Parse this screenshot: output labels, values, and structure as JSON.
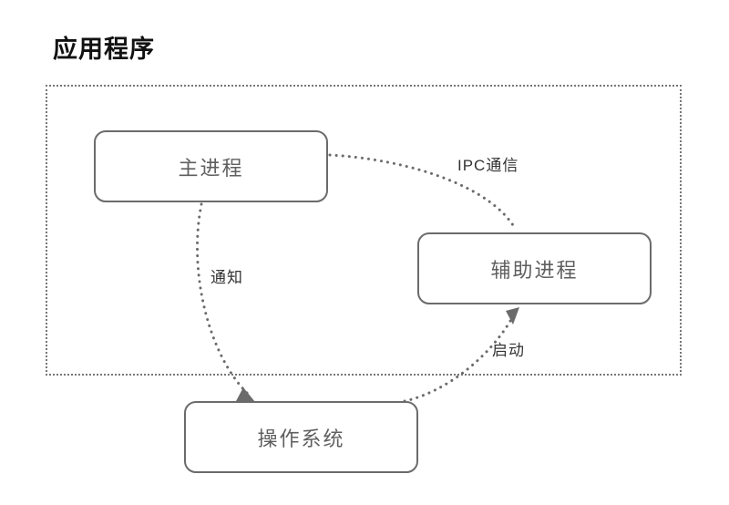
{
  "diagram": {
    "title": "应用程序",
    "type": "architecture-flow",
    "boundary": {
      "name": "application-boundary",
      "style": "dotted",
      "color": "#777777"
    },
    "nodes": [
      {
        "id": "main-process",
        "label": "主进程",
        "shape": "rounded-rect"
      },
      {
        "id": "helper-process",
        "label": "辅助进程",
        "shape": "rounded-rect"
      },
      {
        "id": "operating-system",
        "label": "操作系统",
        "shape": "rounded-rect"
      }
    ],
    "edges": [
      {
        "id": "ipc",
        "label": "IPC通信",
        "from": "main-process",
        "to": "helper-process",
        "style": "dotted",
        "arrow": false
      },
      {
        "id": "notify",
        "label": "通知",
        "from": "main-process",
        "to": "operating-system",
        "style": "dotted",
        "arrow": true
      },
      {
        "id": "launch",
        "label": "启动",
        "from": "operating-system",
        "to": "helper-process",
        "style": "dotted",
        "arrow": true
      }
    ],
    "colors": {
      "node_border": "#6b6b6b",
      "node_text": "#5f5f5f",
      "title_text": "#111111",
      "edge": "#6b6b6b",
      "label_text": "#333333",
      "background": "#ffffff"
    }
  }
}
